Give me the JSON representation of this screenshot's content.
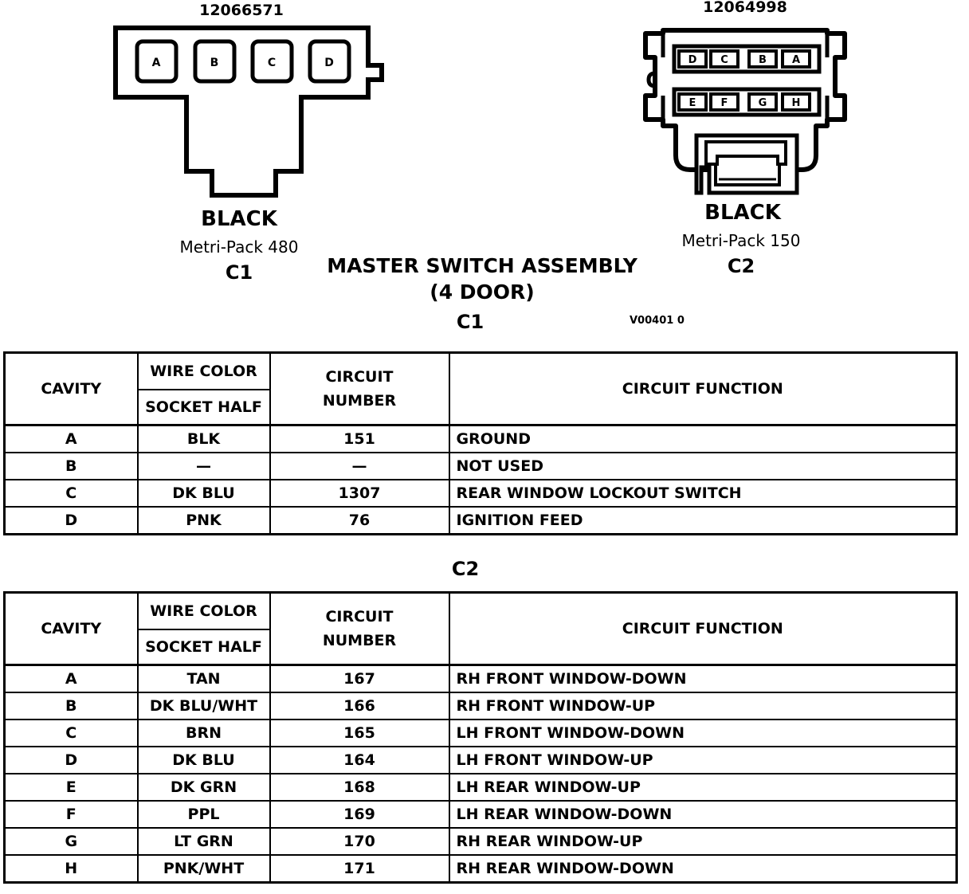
{
  "connectors": {
    "c1": {
      "part_number": "12066571",
      "color": "BLACK",
      "series": "Metri-Pack 480",
      "id": "C1",
      "pins": [
        "A",
        "B",
        "C",
        "D"
      ]
    },
    "c2": {
      "part_number": "12064998",
      "color": "BLACK",
      "series": "Metri-Pack 150",
      "id": "C2",
      "pins_top": [
        "D",
        "C",
        "B",
        "A"
      ],
      "pins_bottom": [
        "E",
        "F",
        "G",
        "H"
      ]
    }
  },
  "assembly": {
    "title_line1": "MASTER SWITCH ASSEMBLY",
    "title_line2": "(4 DOOR)",
    "figure_code": "V00401 0"
  },
  "tables": {
    "headers": {
      "cavity": "CAVITY",
      "wire_color": "WIRE COLOR",
      "socket_half": "SOCKET HALF",
      "circuit_l1": "CIRCUIT",
      "circuit_l2": "NUMBER",
      "function": "CIRCUIT FUNCTION"
    },
    "c1": {
      "title": "C1",
      "rows": [
        [
          "A",
          "BLK",
          "151",
          "GROUND"
        ],
        [
          "B",
          "—",
          "—",
          "NOT USED"
        ],
        [
          "C",
          "DK BLU",
          "1307",
          "REAR WINDOW LOCKOUT SWITCH"
        ],
        [
          "D",
          "PNK",
          "76",
          "IGNITION FEED"
        ]
      ]
    },
    "c2": {
      "title": "C2",
      "rows": [
        [
          "A",
          "TAN",
          "167",
          "RH FRONT WINDOW-DOWN"
        ],
        [
          "B",
          "DK BLU/WHT",
          "166",
          "RH FRONT WINDOW-UP"
        ],
        [
          "C",
          "BRN",
          "165",
          "LH FRONT WINDOW-DOWN"
        ],
        [
          "D",
          "DK BLU",
          "164",
          "LH FRONT WINDOW-UP"
        ],
        [
          "E",
          "DK GRN",
          "168",
          "LH REAR WINDOW-UP"
        ],
        [
          "F",
          "PPL",
          "169",
          "LH REAR WINDOW-DOWN"
        ],
        [
          "G",
          "LT GRN",
          "170",
          "RH REAR WINDOW-UP"
        ],
        [
          "H",
          "PNK/WHT",
          "171",
          "RH REAR WINDOW-DOWN"
        ]
      ]
    }
  }
}
